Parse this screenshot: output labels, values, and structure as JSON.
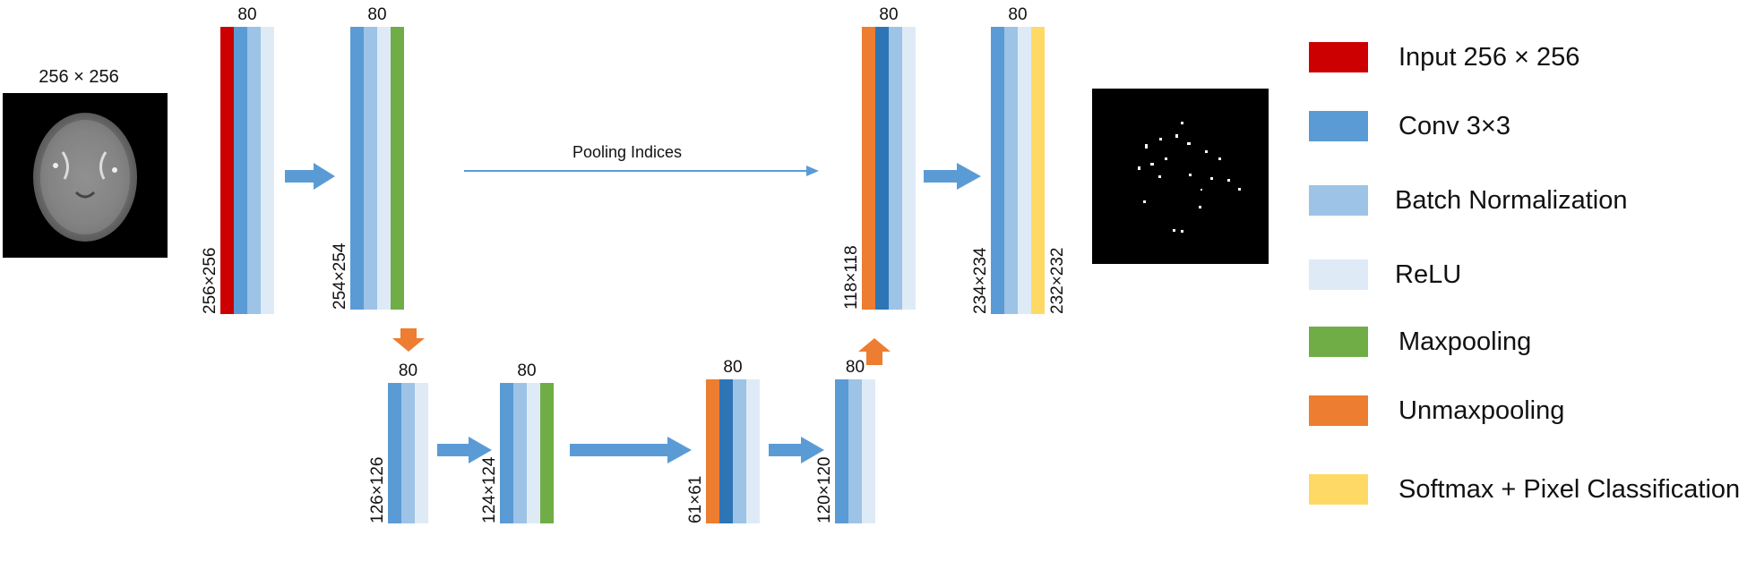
{
  "input_image": {
    "label": "256 × 256"
  },
  "pooling_indices_label": "Pooling Indices",
  "blocks": [
    {
      "id": "enc1",
      "channels": "80",
      "size": "256×256"
    },
    {
      "id": "enc2",
      "channels": "80",
      "size": "254×254"
    },
    {
      "id": "enc3",
      "channels": "80",
      "size": "126×126"
    },
    {
      "id": "enc4",
      "channels": "80",
      "size": "124×124"
    },
    {
      "id": "dec1",
      "channels": "80",
      "size": "61×61"
    },
    {
      "id": "dec2",
      "channels": "80",
      "size": "120×120"
    },
    {
      "id": "dec3",
      "channels": "80",
      "size": "118×118"
    },
    {
      "id": "dec4",
      "channels": "80",
      "size_left": "234×234",
      "size_right": "232×232"
    }
  ],
  "legend": [
    {
      "label": "Input 256 × 256",
      "color": "#cc0000"
    },
    {
      "label": "Conv 3×3",
      "color": "#5b9bd5"
    },
    {
      "label": "Batch Normalization",
      "color": "#9dc3e6"
    },
    {
      "label": "ReLU",
      "color": "#deebf7"
    },
    {
      "label": "Maxpooling",
      "color": "#70ad47"
    },
    {
      "label": "Unmaxpooling",
      "color": "#ed7d31"
    },
    {
      "label": "Softmax + Pixel Classification",
      "color": "#ffd966"
    }
  ],
  "colors": {
    "conv_dark": "#2e75b6",
    "arrow": "#5b9bd5",
    "orange_arrow": "#ed7d31"
  }
}
